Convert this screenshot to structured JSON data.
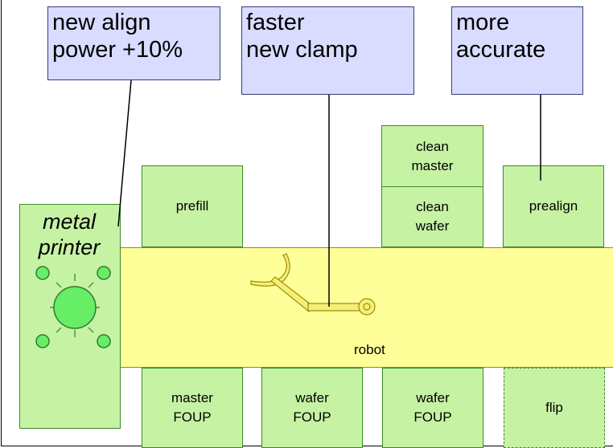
{
  "callouts": [
    {
      "lines": [
        "new align",
        "power +10%"
      ]
    },
    {
      "lines": [
        "faster",
        "new clamp"
      ]
    },
    {
      "lines": [
        "more",
        "accurate"
      ]
    }
  ],
  "stations_top": {
    "prefill": [
      "prefill"
    ],
    "clean_master": [
      "clean",
      "master"
    ],
    "clean_wafer": [
      "clean",
      "wafer"
    ],
    "prealign": [
      "prealign"
    ]
  },
  "stations_bottom": {
    "master_foup": [
      "master",
      "FOUP"
    ],
    "wafer_foup_1": [
      "wafer",
      "FOUP"
    ],
    "wafer_foup_2": [
      "wafer",
      "FOUP"
    ],
    "flip": [
      "flip"
    ]
  },
  "printer": {
    "lines": [
      "metal",
      "printer"
    ]
  },
  "robot": {
    "label": "robot"
  },
  "colors": {
    "callout_fill": "#d9dcff",
    "station_fill": "#c6f2a4",
    "robot_band": "#ffff99",
    "printer_fixture": "#66ee66"
  }
}
